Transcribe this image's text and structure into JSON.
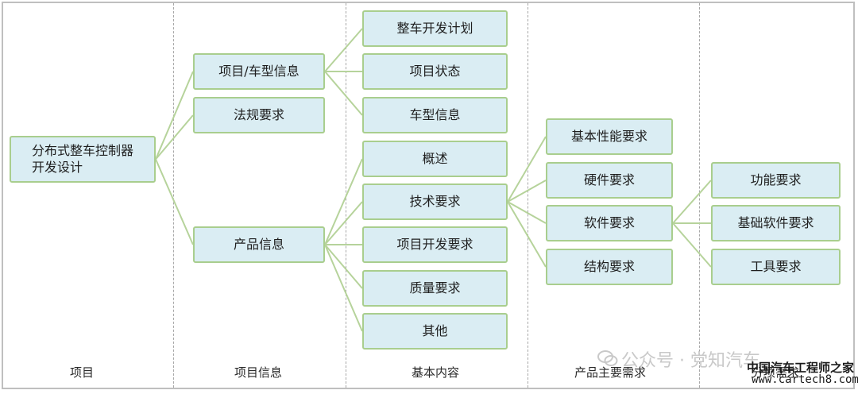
{
  "columns": [
    "项目",
    "项目信息",
    "基本内容",
    "产品主要需求",
    "分项需求"
  ],
  "nodes": {
    "root": "分布式整车控制器开发设计",
    "project_vehicle_info": "项目/车型信息",
    "regulation": "法规要求",
    "product_info": "产品信息",
    "vehicle_dev_plan": "整车开发计划",
    "project_status": "项目状态",
    "vehicle_model_info": "车型信息",
    "overview": "概述",
    "tech_req": "技术要求",
    "project_dev_req": "项目开发要求",
    "quality_req": "质量要求",
    "other": "其他",
    "basic_perf_req": "基本性能要求",
    "hardware_req": "硬件要求",
    "software_req": "软件要求",
    "structure_req": "结构要求",
    "function_req": "功能要求",
    "base_software_req": "基础软件要求",
    "tool_req": "工具要求"
  },
  "edges": [
    [
      "root",
      "project_vehicle_info"
    ],
    [
      "root",
      "regulation"
    ],
    [
      "root",
      "product_info"
    ],
    [
      "project_vehicle_info",
      "vehicle_dev_plan"
    ],
    [
      "project_vehicle_info",
      "project_status"
    ],
    [
      "project_vehicle_info",
      "vehicle_model_info"
    ],
    [
      "product_info",
      "overview"
    ],
    [
      "product_info",
      "tech_req"
    ],
    [
      "product_info",
      "project_dev_req"
    ],
    [
      "product_info",
      "quality_req"
    ],
    [
      "product_info",
      "other"
    ],
    [
      "tech_req",
      "basic_perf_req"
    ],
    [
      "tech_req",
      "hardware_req"
    ],
    [
      "tech_req",
      "software_req"
    ],
    [
      "tech_req",
      "structure_req"
    ],
    [
      "software_req",
      "function_req"
    ],
    [
      "software_req",
      "base_software_req"
    ],
    [
      "software_req",
      "tool_req"
    ]
  ],
  "watermark": {
    "account": "公众号 · 党知汽车",
    "site": "中国汽车工程师之家",
    "url": "www.cartech8.com"
  },
  "colors": {
    "node_fill": "#daedf3",
    "node_border": "#a9ce8e",
    "edge": "#b6d39b"
  }
}
